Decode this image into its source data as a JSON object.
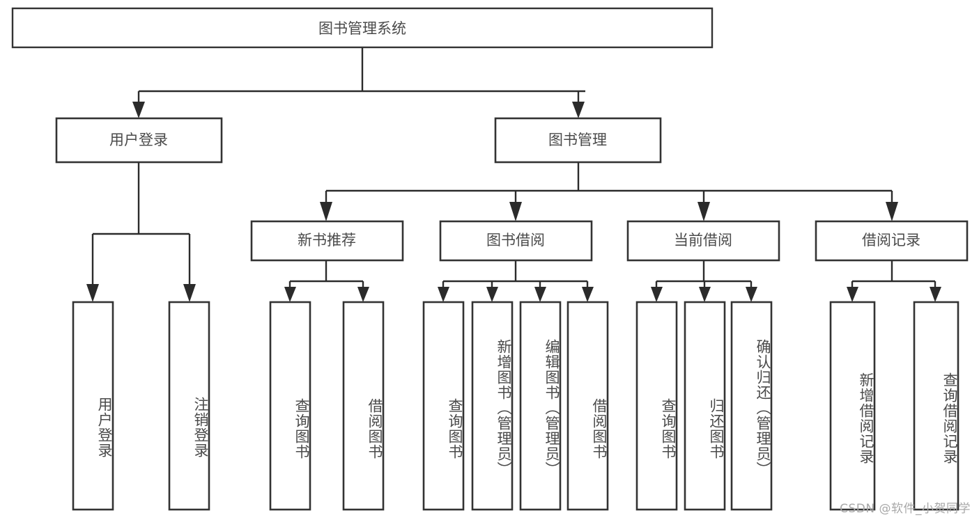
{
  "diagram": {
    "type": "tree-hierarchy-chart",
    "title": "图书管理系统",
    "orientation": "top-down",
    "colors": {
      "box_stroke": "#333333",
      "box_fill": "#ffffff",
      "connector": "#2b2b2b",
      "label_text": "#4a4a4a",
      "watermark_text": "#a8a8a8",
      "background": "#ffffff"
    },
    "root": {
      "id": "root",
      "label": "图书管理系统"
    },
    "level2": [
      {
        "id": "user-login",
        "label": "用户登录"
      },
      {
        "id": "book-manage",
        "label": "图书管理"
      }
    ],
    "level3": [
      {
        "id": "new-book-recommend",
        "label": "新书推荐",
        "parent": "book-manage"
      },
      {
        "id": "book-borrow",
        "label": "图书借阅",
        "parent": "book-manage"
      },
      {
        "id": "current-borrow",
        "label": "当前借阅",
        "parent": "book-manage"
      },
      {
        "id": "borrow-record",
        "label": "借阅记录",
        "parent": "book-manage"
      }
    ],
    "leaves": [
      {
        "id": "leaf-user-login",
        "label": "用户登录",
        "parent": "user-login"
      },
      {
        "id": "leaf-logout",
        "label": "注销登录",
        "parent": "user-login"
      },
      {
        "id": "leaf-query-book-rec",
        "label": "查询图书",
        "parent": "new-book-recommend"
      },
      {
        "id": "leaf-borrow-book-rec",
        "label": "借阅图书",
        "parent": "new-book-recommend"
      },
      {
        "id": "leaf-query-book-borrow",
        "label": "查询图书",
        "parent": "book-borrow"
      },
      {
        "id": "leaf-add-book",
        "label": "新增图书（管理员）",
        "parent": "book-borrow"
      },
      {
        "id": "leaf-edit-book",
        "label": "编辑图书（管理员）",
        "parent": "book-borrow"
      },
      {
        "id": "leaf-borrow-book",
        "label": "借阅图书",
        "parent": "book-borrow"
      },
      {
        "id": "leaf-query-book-current",
        "label": "查询图书",
        "parent": "current-borrow"
      },
      {
        "id": "leaf-return-book",
        "label": "归还图书",
        "parent": "current-borrow"
      },
      {
        "id": "leaf-confirm-return",
        "label": "确认归还（管理员）",
        "parent": "current-borrow"
      },
      {
        "id": "leaf-add-record",
        "label": "新增借阅记录",
        "parent": "borrow-record"
      },
      {
        "id": "leaf-query-record",
        "label": "查询借阅记录",
        "parent": "borrow-record"
      }
    ],
    "watermark": "CSDN @软件_小贺同学"
  }
}
